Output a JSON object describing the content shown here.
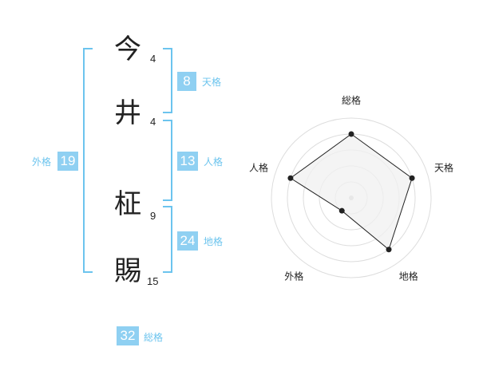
{
  "name": {
    "chars": [
      {
        "char": "今",
        "strokes": "4"
      },
      {
        "char": "井",
        "strokes": "4"
      },
      {
        "char": "柾",
        "strokes": "9"
      },
      {
        "char": "賜",
        "strokes": "15"
      }
    ]
  },
  "fortunes": {
    "tenkaku": {
      "value": "8",
      "label": "天格"
    },
    "jinkaku": {
      "value": "13",
      "label": "人格"
    },
    "chikaku": {
      "value": "24",
      "label": "地格"
    },
    "gaikaku": {
      "value": "19",
      "label": "外格"
    },
    "soukaku": {
      "value": "32",
      "label": "総格"
    }
  },
  "chart_data": {
    "type": "radar",
    "axes": [
      "総格",
      "天格",
      "地格",
      "外格",
      "人格"
    ],
    "values": [
      4,
      4,
      4,
      1,
      4
    ],
    "max": 5,
    "rings": 5,
    "colors": {
      "fill": "#f0f0f0",
      "line": "#222222",
      "grid": "#dddddd",
      "center": "#cccccc"
    }
  }
}
